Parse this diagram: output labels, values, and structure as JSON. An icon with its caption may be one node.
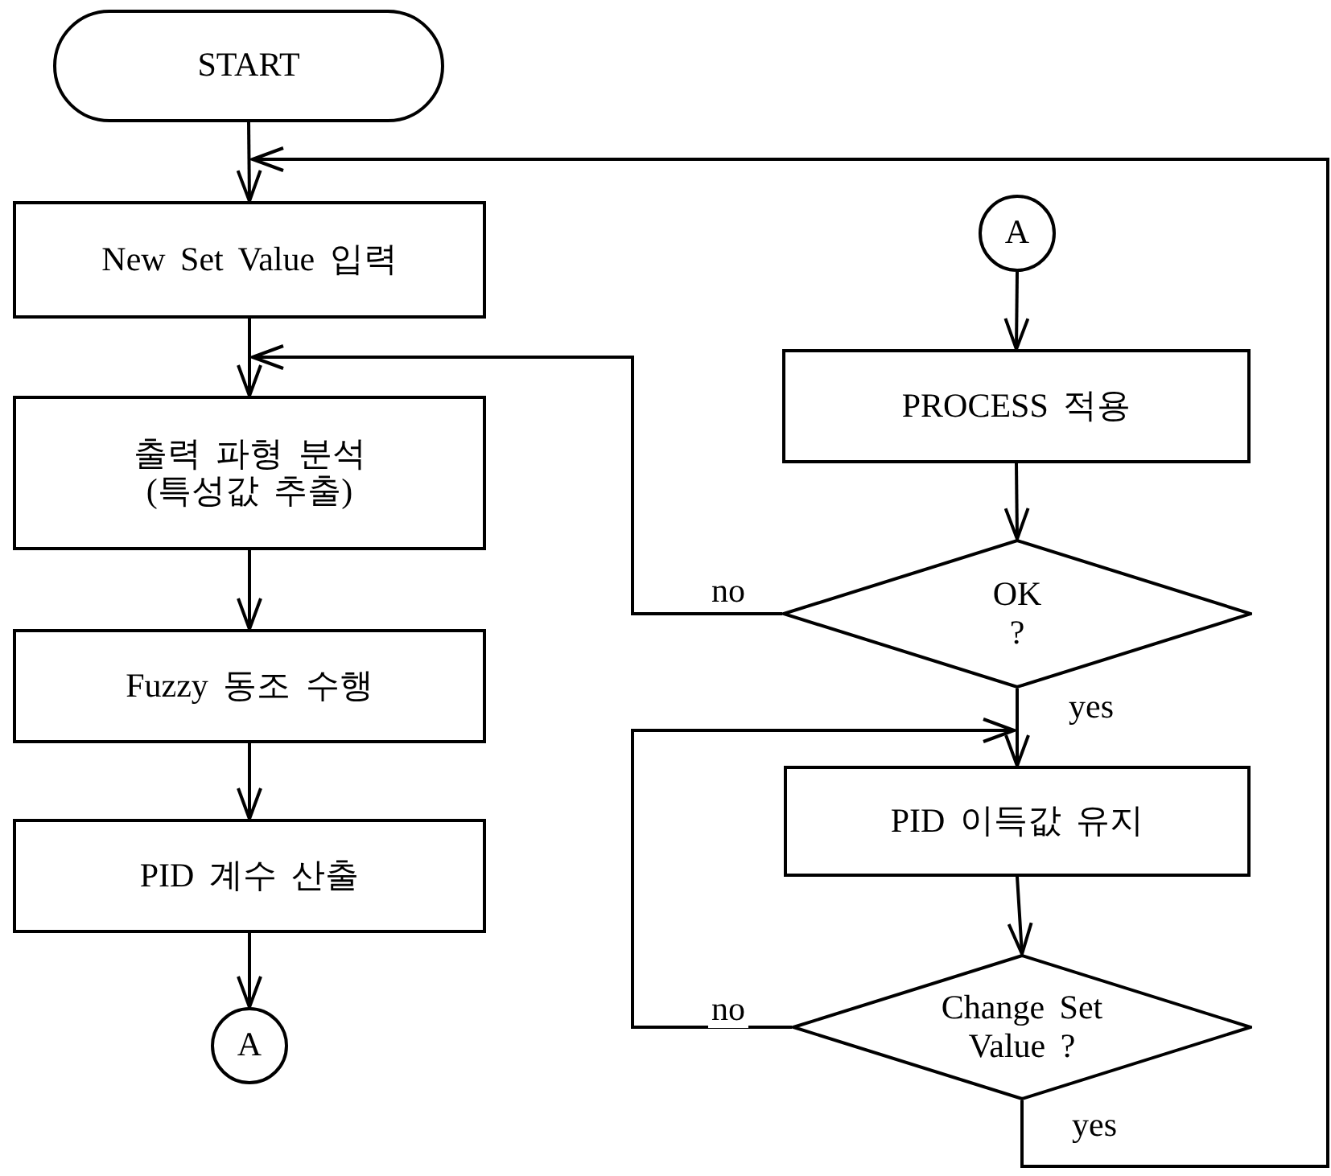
{
  "diagram": {
    "nodes": [
      {
        "text": [
          "START"
        ]
      },
      {
        "text": [
          "New Set Value 입력"
        ]
      },
      {
        "text": [
          "출력 파형 분석 (특성값 추출)"
        ]
      },
      {
        "text": [
          "Fuzzy 동조 수행"
        ]
      },
      {
        "text": [
          "PID 계수 산출"
        ]
      },
      {
        "text": [
          "A"
        ]
      },
      {
        "text": [
          "A"
        ]
      },
      {
        "text": [
          "PROCESS 적용"
        ]
      },
      {
        "text": [
          "OK ?"
        ]
      },
      {
        "text": [
          "PID 이득값 유지"
        ]
      },
      {
        "text": [
          "Change Set Value ?"
        ]
      }
    ],
    "edges": [
      {
        "from": 0,
        "to": 1,
        "arrow": "to"
      },
      {
        "from": 1,
        "to": 2,
        "arrow": "to"
      },
      {
        "from": 2,
        "to": 3,
        "arrow": "to"
      },
      {
        "from": 3,
        "to": 4,
        "arrow": "to"
      },
      {
        "from": 4,
        "to": 5,
        "arrow": "to"
      },
      {
        "from": 6,
        "to": 7,
        "arrow": "to"
      },
      {
        "from": 7,
        "to": 8,
        "arrow": "to"
      },
      {
        "from": 8,
        "to": 9,
        "arrow": "to",
        "label": "yes"
      },
      {
        "from": 8,
        "to": 2,
        "arrow": "to",
        "label": "no"
      },
      {
        "from": 9,
        "to": 10,
        "arrow": "to"
      },
      {
        "from": 10,
        "to": 9,
        "arrow": "to",
        "label": "no"
      },
      {
        "from": 10,
        "to": 1,
        "arrow": "to",
        "label": "yes"
      }
    ]
  }
}
